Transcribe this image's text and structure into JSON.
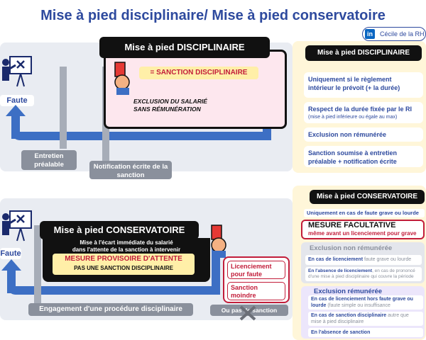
{
  "title": "Mise à pied disciplinaire/ Mise à pied conservatoire",
  "author": "Cécile de la RH",
  "linkedin_icon": "in",
  "top": {
    "faute": "Faute",
    "header": "Mise à pied DISCIPLINAIRE",
    "tag": "= SANCTION DISCIPLINAIRE",
    "note": "EXCLUSION DU SALARIÉ SANS RÉMUNÉRATION",
    "step1": "Entretien préalable",
    "step2": "Notification écrite de la sanction"
  },
  "right_top": {
    "header": "Mise à pied DISCIPLINAIRE",
    "items": [
      {
        "main": "Uniquement si le règlement intérieur le prévoit (+ la durée)",
        "sub": ""
      },
      {
        "main": "Respect de la durée fixée par le RI",
        "sub": "(mise à pied inférieure ou égale au max)"
      },
      {
        "main": "Exclusion non rémunérée",
        "sub": ""
      },
      {
        "main": "Sanction soumise à entretien préalable + notification écrite",
        "sub": ""
      }
    ]
  },
  "bottom": {
    "faute": "Faute",
    "header": "Mise à pied CONSERVATOIRE",
    "sub1": "Mise à l'écart immédiate du salarié",
    "sub2": "dans l'attente de la sanction à intervenir",
    "tag1": "MESURE PROVISOIRE D'ATTENTE",
    "tag2": "PAS UNE SANCTION DISCIPLINAIRE",
    "callout1": "Licenciement pour faute",
    "callout2": "Sanction moindre",
    "step1": "Engagement d'une procédure disciplinaire",
    "step2": "Ou pas de sanction"
  },
  "right_bottom": {
    "header": "Mise à pied CONSERVATOIRE",
    "line1": "Uniquement en cas de faute grave ou lourde",
    "optional_title": "MESURE FACULTATIVE",
    "optional_sub": "même avant un licenciement pour grave",
    "unpaid_title": "Exclusion non rémunérée",
    "unpaid_items": [
      {
        "main": "En cas de licenciement",
        "rest": " faute grave ou lourde"
      },
      {
        "main": "En l'absence de licenciement",
        "rest": ", en cas de prononcé d'une mise à pied disciplinaire qui couvre la période"
      }
    ],
    "paid_title": "Exclusion rémunérée",
    "paid_items": [
      {
        "main": "En cas de licenciement hors faute grave ou lourde",
        "rest": " (faute simple ou insuffisance professionnelle)"
      },
      {
        "main": "En cas de sanction disciplinaire",
        "rest": " autre que mise à pied disciplinaire"
      },
      {
        "main": "En l'absence de sanction",
        "rest": ""
      }
    ]
  },
  "colors": {
    "blue": "#3d6fc4",
    "navy": "#2e4a9e",
    "red": "#c21d3a",
    "yellow": "#ffefa8",
    "gray": "#a7adb8"
  }
}
